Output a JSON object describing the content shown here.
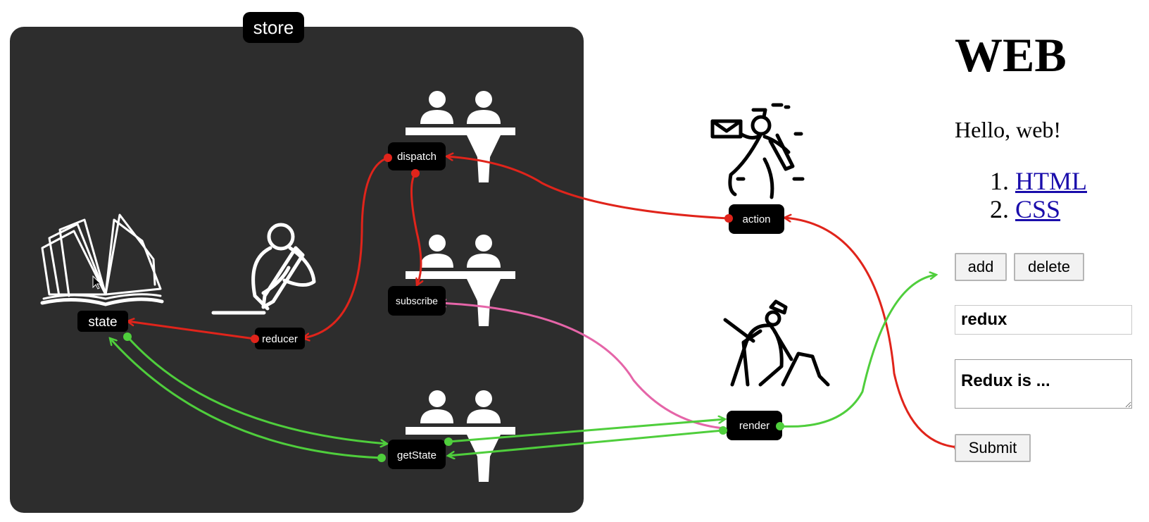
{
  "store": {
    "title": "store",
    "background": "#2d2d2d"
  },
  "nodes": {
    "state": "state",
    "reducer": "reducer",
    "dispatch": "dispatch",
    "subscribe": "subscribe",
    "getState": "getState",
    "action": "action",
    "render": "render"
  },
  "icons": {
    "state": "open-book-icon",
    "reducer": "writing-person-icon",
    "dispatch": "service-counter-icon",
    "subscribe": "service-counter-icon",
    "getState": "service-counter-icon",
    "action": "mail-courier-icon",
    "render": "digging-worker-icon"
  },
  "colors": {
    "dispatch_flow": "#e0241b",
    "render_flow": "#4fce3c",
    "subscribe_flow": "#e565a8"
  },
  "web": {
    "title": "WEB",
    "greeting": "Hello, web!",
    "list": [
      "HTML",
      "CSS"
    ],
    "buttons": {
      "add": "add",
      "delete": "delete",
      "submit": "Submit"
    },
    "input_value": "redux",
    "textarea_value": "Redux is ..."
  }
}
